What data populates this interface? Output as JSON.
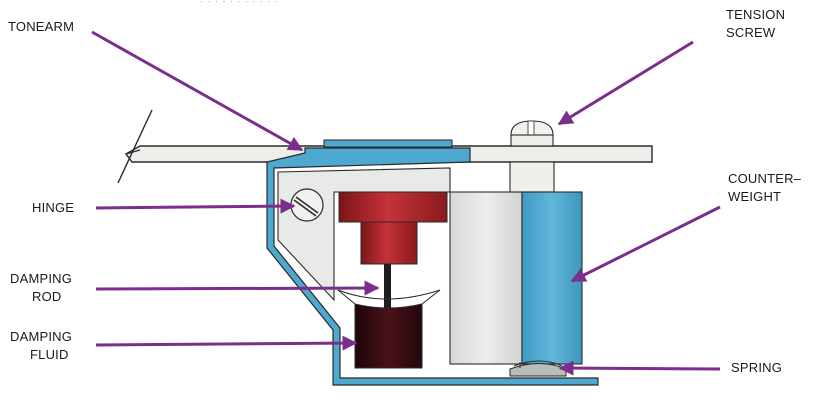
{
  "caption": "· · · · · · · · · · ·",
  "labels": {
    "tonearm": "TONEARM",
    "tension_screw": [
      "TENSION",
      "SCREW"
    ],
    "hinge": "HINGE",
    "counterweight": [
      "COUNTER–",
      "WEIGHT"
    ],
    "damping_rod": [
      "DAMPING",
      "ROD"
    ],
    "damping_fluid": [
      "DAMPING",
      "FLUID"
    ],
    "spring": "SPRING"
  },
  "colors": {
    "arrow": "#7b2e8c",
    "blue": "#4fa8cf",
    "grey_bar": "#e3e5e2",
    "red_plunger": "#b0262c",
    "fluid": "#3a0c14",
    "outline": "#2a2a2a"
  }
}
